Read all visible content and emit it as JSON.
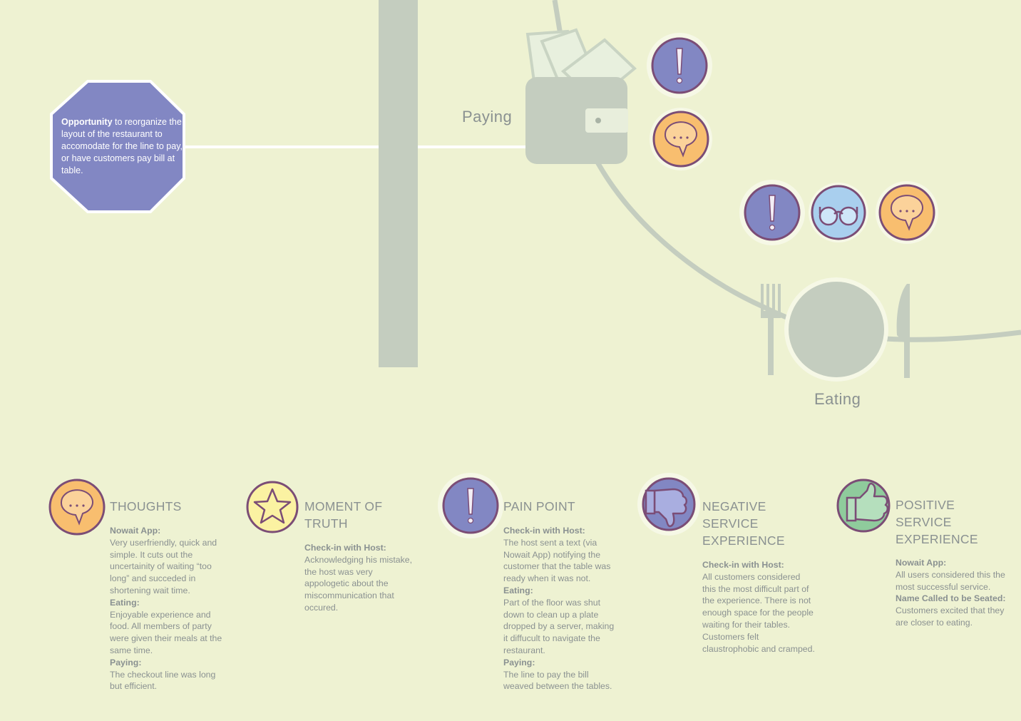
{
  "octagon": {
    "bold": "Opportunity",
    "text": " to reorganize the layout of the restaurant to accomodate for the line to pay, or have customers pay bill at table."
  },
  "stages": {
    "paying": "Paying",
    "eating": "Eating"
  },
  "colors": {
    "background": "#eef2d2",
    "pain": "#8287c3",
    "thought": "#f8be6f",
    "star": "#fbf2a2",
    "glasses": "#a9cfee",
    "positive": "#8fcb9c",
    "outline": "#7b4d76",
    "neutral": "#c4cdbf"
  },
  "legend": {
    "thoughts": {
      "title": "THOUGHTS",
      "icon": "thought-bubble-icon",
      "lines": [
        {
          "h": "Nowait App:"
        },
        {
          "t": "Very userfriendly, quick and simple. It cuts out the uncertainity of waiting “too long” and succeded in shortening wait time."
        },
        {
          "h": "Eating:"
        },
        {
          "t": "Enjoyable experience and food. All members of party were given their meals at the same time."
        },
        {
          "h": "Paying:"
        },
        {
          "t": "The checkout line was long but efficient."
        }
      ]
    },
    "moment": {
      "title": "MOMENT OF TRUTH",
      "icon": "star-icon",
      "lines": [
        {
          "h": "Check-in with Host:"
        },
        {
          "t": "Acknowledging his mistake, the host was very appologetic about the miscommunication that occured."
        }
      ]
    },
    "pain": {
      "title": "PAIN POINT",
      "icon": "exclamation-icon",
      "lines": [
        {
          "h": "Check-in with Host:"
        },
        {
          "t": "The host sent a text (via Nowait App) notifying the customer that the table was ready when it was not."
        },
        {
          "h": "Eating:"
        },
        {
          "t": "Part of the floor was shut down to clean up a plate dropped by a server, making it diffucult to navigate the restaurant."
        },
        {
          "h": "Paying:"
        },
        {
          "t": "The line to pay the bill weaved between the tables."
        }
      ]
    },
    "negative": {
      "title": "NEGATIVE SERVICE EXPERIENCE",
      "icon": "thumbs-down-icon",
      "lines": [
        {
          "h": "Check-in with Host:"
        },
        {
          "t": "All customers considered this the most difficult part of the experience. There is not enough space for the people waiting for their tables. Customers felt claustrophobic and cramped."
        }
      ]
    },
    "positive": {
      "title": "POSITIVE SERVICE EXPERIENCE",
      "icon": "thumbs-up-icon",
      "lines": [
        {
          "h": "Nowait App:"
        },
        {
          "t": "All users considered this the most successful service."
        },
        {
          "h": "Name Called to be Seated:"
        },
        {
          "t": "Customers excited that they are closer to eating."
        }
      ]
    }
  }
}
